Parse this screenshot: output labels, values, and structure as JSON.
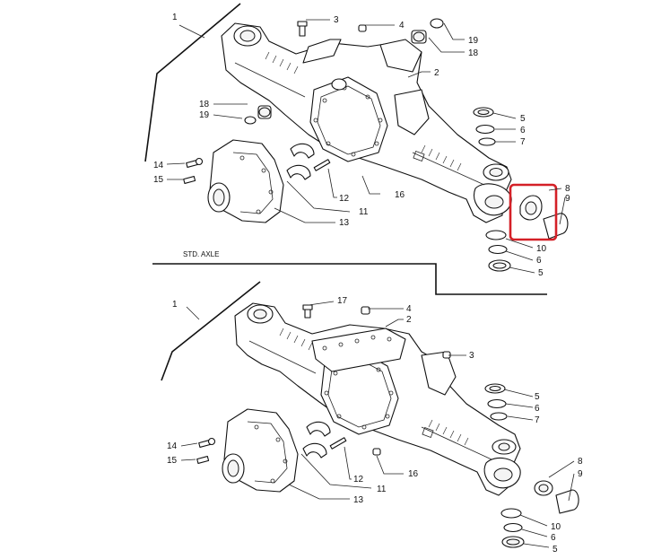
{
  "diagram": {
    "section_label": "STD. AXLE",
    "highlight_color": "#d42027",
    "top_callouts": {
      "c1": "1",
      "c2": "2",
      "c3": "3",
      "c4": "4",
      "c5a": "5",
      "c6a": "6",
      "c7": "7",
      "c8": "8",
      "c9": "9",
      "c10": "10",
      "c6b": "6",
      "c5b": "5",
      "c11": "11",
      "c12": "12",
      "c13": "13",
      "c14": "14",
      "c15": "15",
      "c16": "16",
      "c18a": "18",
      "c19a": "19",
      "c18b": "18",
      "c19b": "19"
    },
    "bottom_callouts": {
      "c1": "1",
      "c2": "2",
      "c3": "3",
      "c4": "4",
      "c17": "17",
      "c5a": "5",
      "c6a": "6",
      "c7": "7",
      "c8": "8",
      "c9": "9",
      "c10": "10",
      "c6b": "6",
      "c5b": "5",
      "c11": "11",
      "c12": "12",
      "c13": "13",
      "c14": "14",
      "c15": "15",
      "c16": "16"
    }
  }
}
